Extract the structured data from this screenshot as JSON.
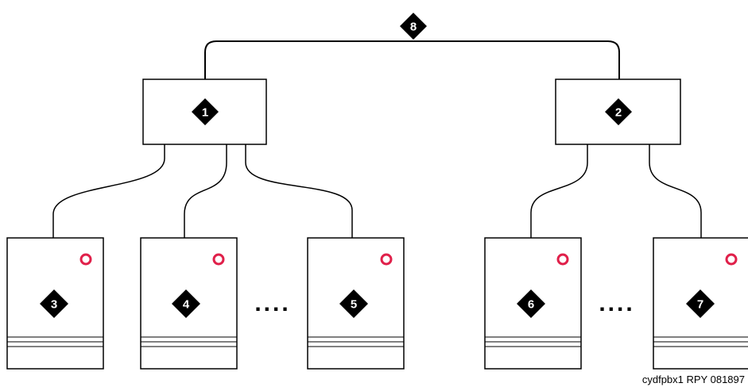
{
  "badges": {
    "top": "8",
    "left_hub": "1",
    "right_hub": "2",
    "cab3": "3",
    "cab4": "4",
    "cab5": "5",
    "cab6": "6",
    "cab7": "7"
  },
  "ellipsis": {
    "left": "....",
    "right": "...."
  },
  "caption": "cydfpbx1 RPY 081897",
  "colors": {
    "stroke": "#000000",
    "indicator": "#e0204a",
    "badge_fill": "#000000",
    "badge_text": "#ffffff"
  }
}
